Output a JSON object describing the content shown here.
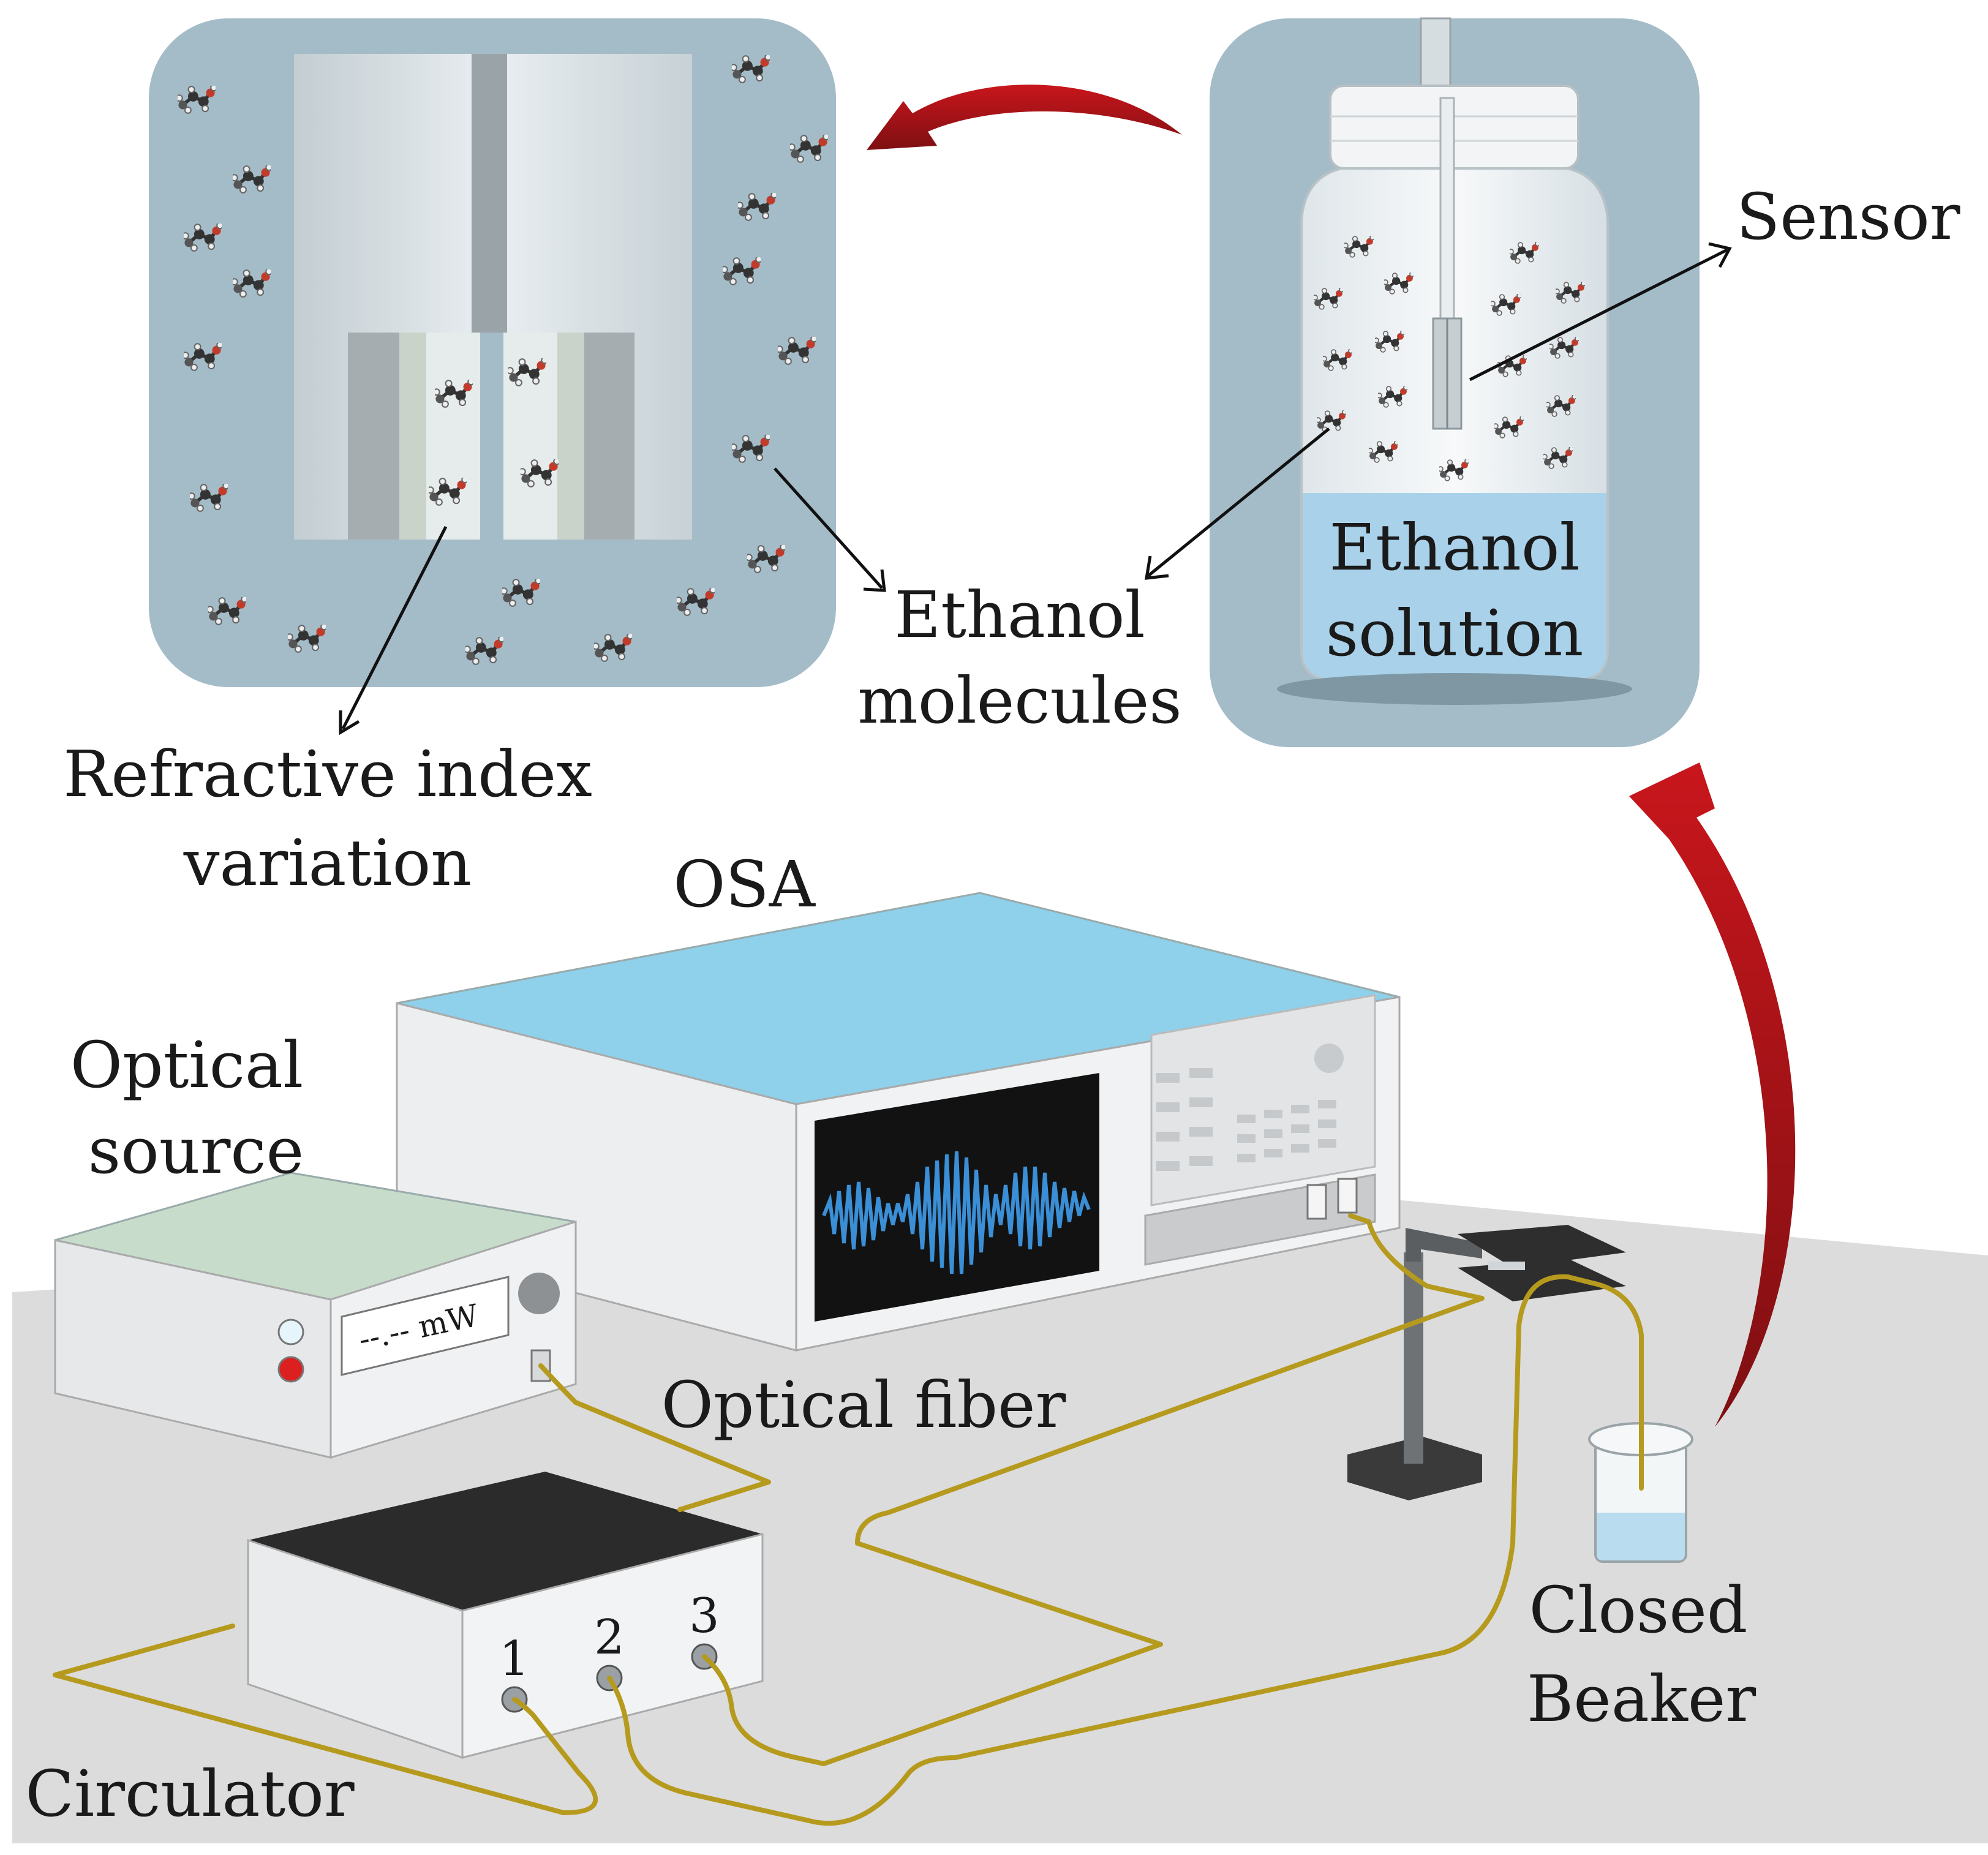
{
  "labels": {
    "sensor": "Sensor",
    "ethanol_solution_line1": "Ethanol",
    "ethanol_solution_line2": "solution",
    "ethanol_molecules_line1": "Ethanol",
    "ethanol_molecules_line2": "molecules",
    "refractive_line1": "Refractive index",
    "refractive_line2": "variation",
    "osa": "OSA",
    "optical_source_line1": "Optical",
    "optical_source_line2": "source",
    "optical_fiber": "Optical fiber",
    "circulator": "Circulator",
    "closed_beaker_line1": "Closed",
    "closed_beaker_line2": "Beaker",
    "power_readout": "--.-- mW",
    "port_1": "1",
    "port_2": "2",
    "port_3": "3"
  },
  "colors": {
    "panel_bg": "#a4bcc8",
    "fiber": "#b59a1e",
    "arrow_red": "#c0161b",
    "osa_top": "#8fd0ea",
    "source_top": "#c8dccb",
    "circulator_top": "#2b2b2b",
    "floor": "#dcdcdc",
    "waveform": "#3a8fd6"
  },
  "icons": {
    "molecule": "ethanol-molecule-icon",
    "curved_arrow": "curved-red-arrow-icon"
  }
}
